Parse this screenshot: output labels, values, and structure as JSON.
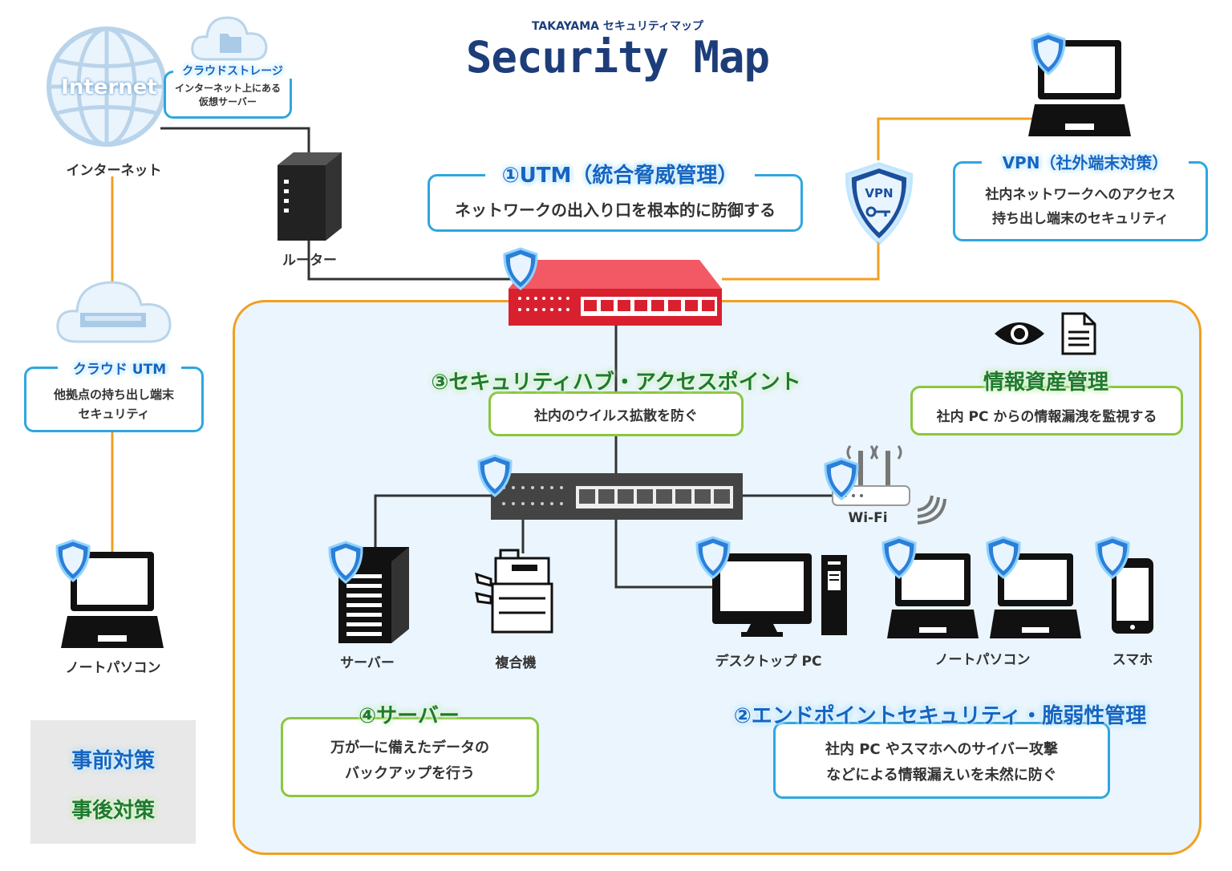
{
  "header": {
    "subtitle": "TAKAYAMA セキュリティマップ",
    "title": "Security Map"
  },
  "internet": {
    "globe_text": "Internet",
    "label": "インターネット"
  },
  "cloud_storage": {
    "title": "クラウドストレージ",
    "line1": "インターネット上にある",
    "line2": "仮想サーバー"
  },
  "router": {
    "label": "ルーター"
  },
  "utm": {
    "title": "①UTM（統合脅威管理）",
    "desc": "ネットワークの出入り口を根本的に防御する"
  },
  "vpn": {
    "badge": "VPN",
    "title": "VPN（社外端末対策）",
    "line1": "社内ネットワークへのアクセス",
    "line2": "持ち出し端末のセキュリティ"
  },
  "cloud_utm": {
    "title": "クラウド UTM",
    "line1": "他拠点の持ち出し端末",
    "line2": "セキュリティ"
  },
  "remote_laptop": {
    "label": "ノートパソコン"
  },
  "security_hub": {
    "title": "③セキュリティハブ・アクセスポイント",
    "desc": "社内のウイルス拡散を防ぐ"
  },
  "asset_mgmt": {
    "title": "情報資産管理",
    "desc": "社内 PC からの情報漏洩を監視する"
  },
  "wifi": {
    "label": "Wi-Fi"
  },
  "devices": {
    "server": "サーバー",
    "mfp": "複合機",
    "desktop": "デスクトップ PC",
    "laptop": "ノートパソコン",
    "phone": "スマホ"
  },
  "backup": {
    "title": "④サーバー",
    "line1": "万が一に備えたデータの",
    "line2": "バックアップを行う"
  },
  "endpoint": {
    "title": "②エンドポイントセキュリティ・脆弱性管理",
    "line1": "社内 PC やスマホへのサイバー攻撃",
    "line2": "などによる情報漏えいを未然に防ぐ"
  },
  "legend": {
    "pre": "事前対策",
    "post": "事後対策"
  },
  "colors": {
    "blue": "#1565c0",
    "green": "#1f7a2f",
    "orange": "#f0a020",
    "utm_red": "#e02030"
  }
}
